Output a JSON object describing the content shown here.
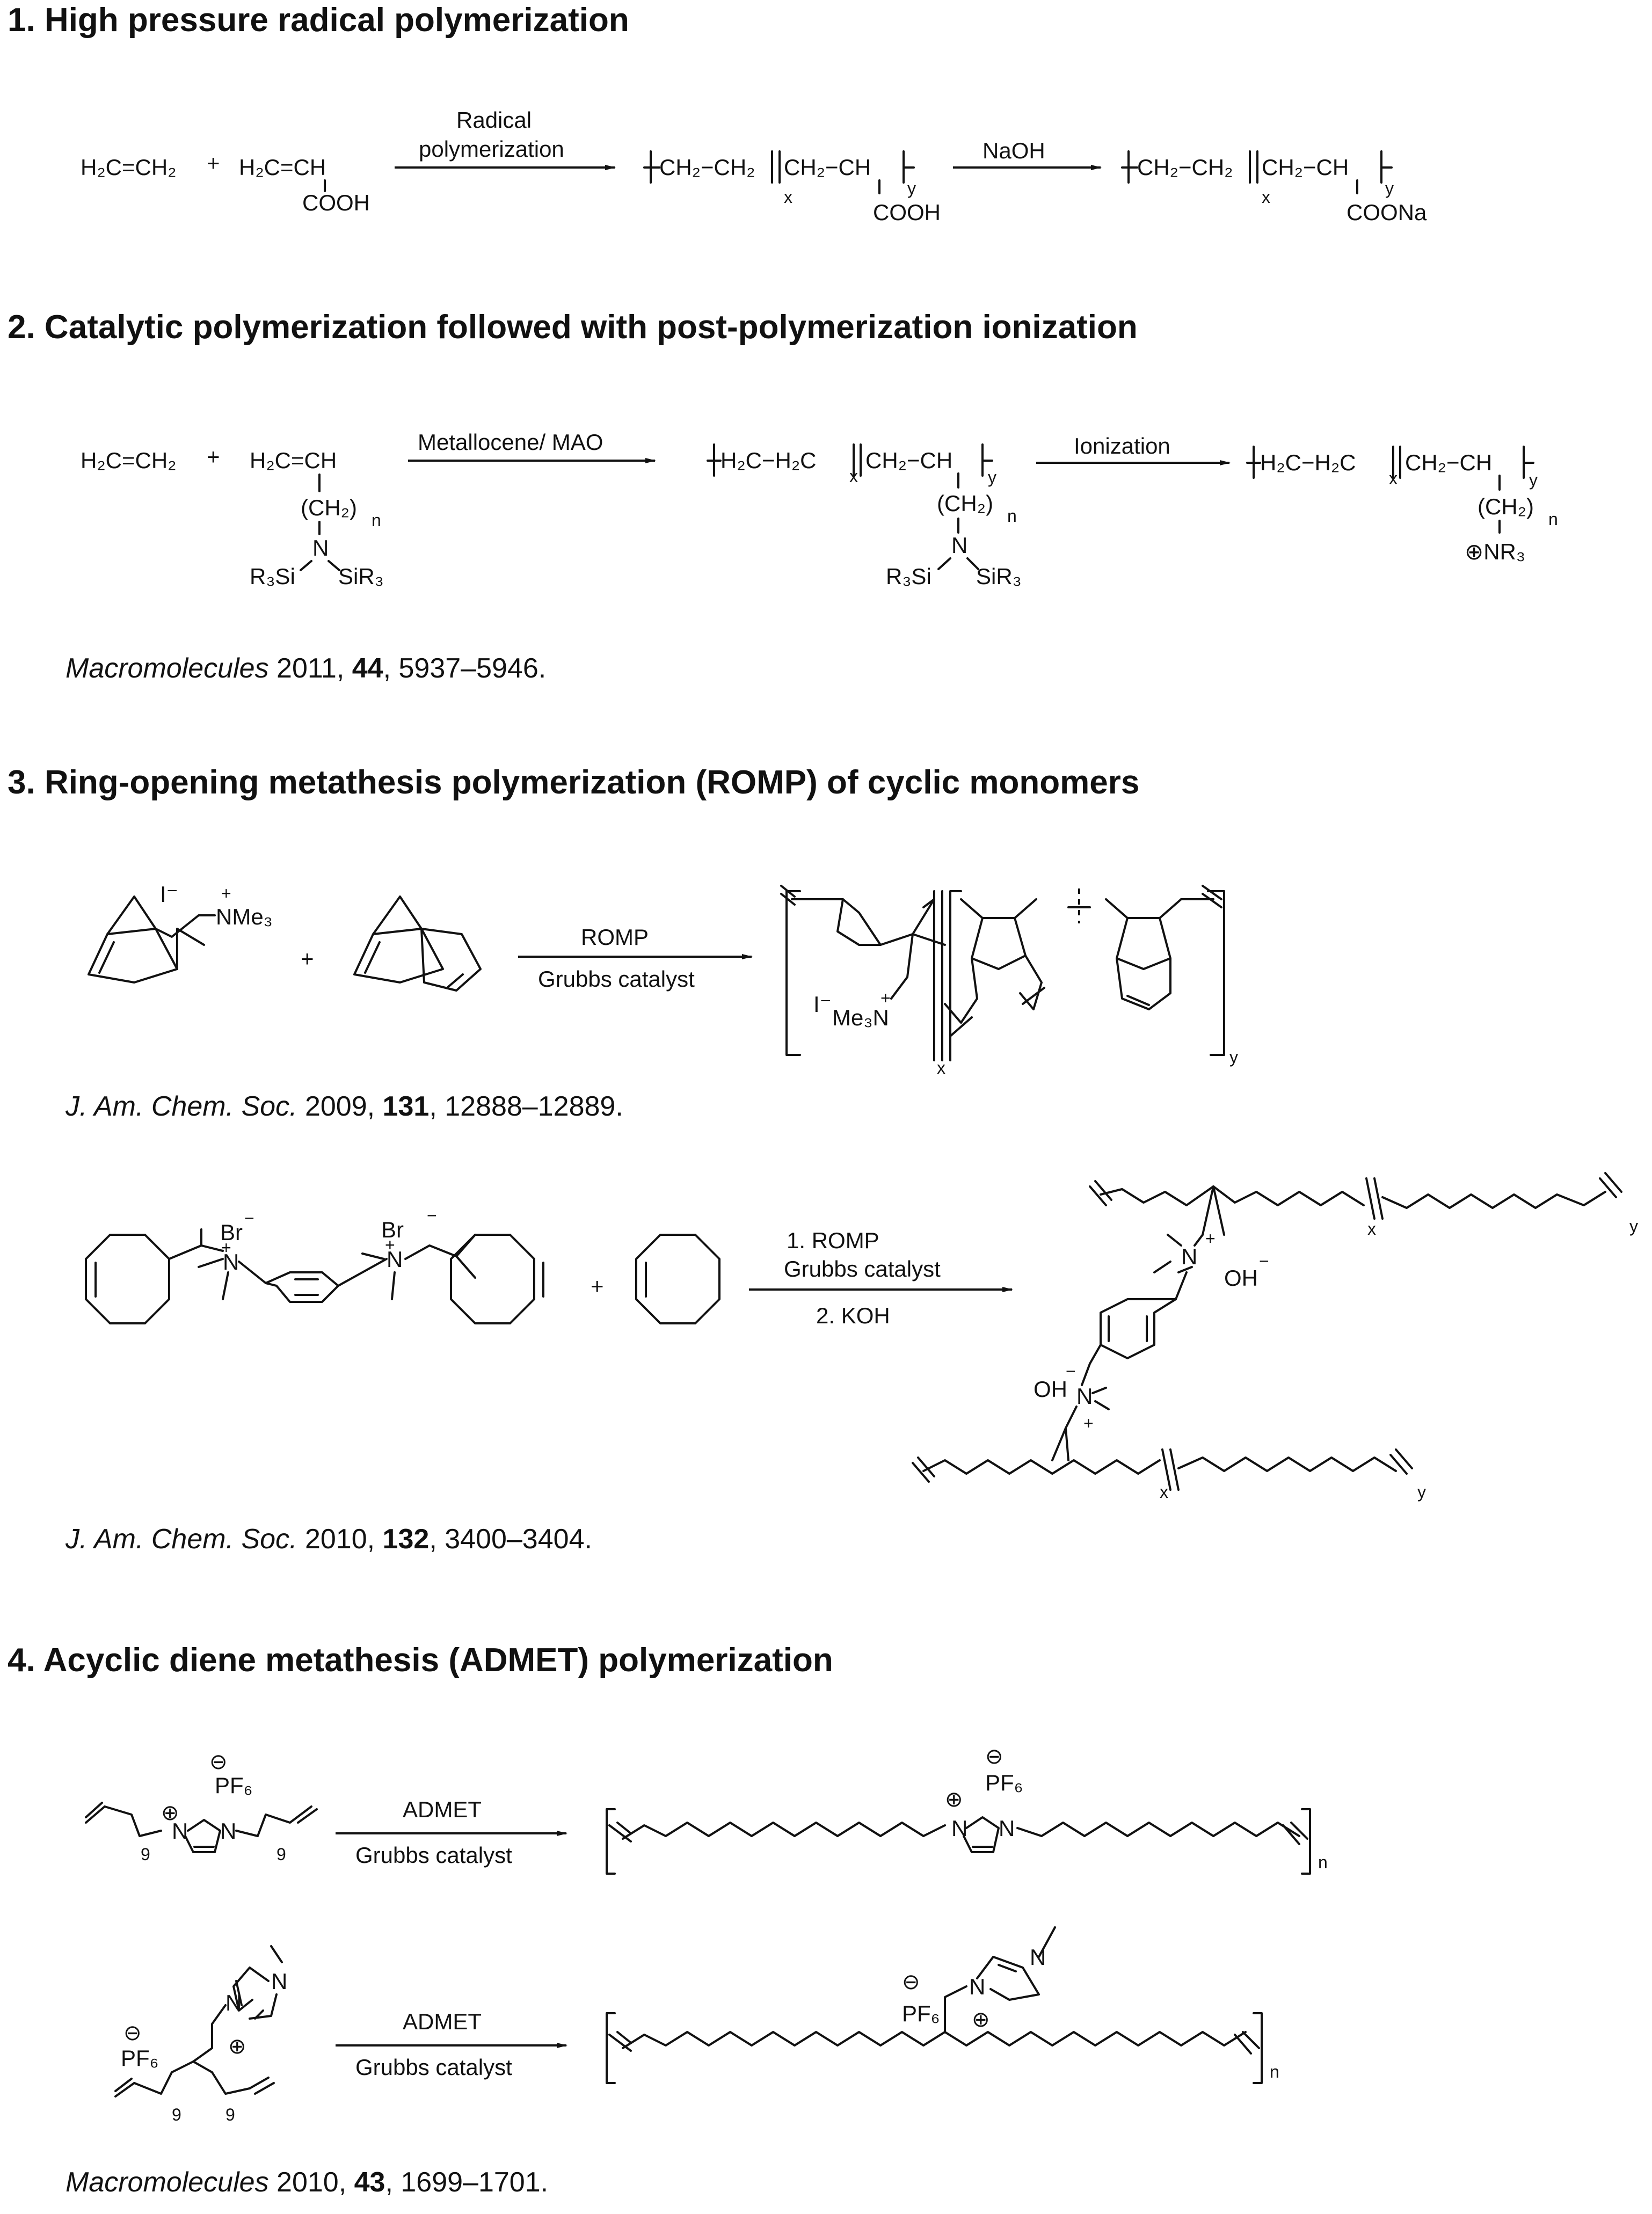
{
  "sections": [
    {
      "title": "1. High pressure radical polymerization"
    },
    {
      "title": "2. Catalytic polymerization followed with post-polymerization ionization"
    },
    {
      "title": "3. Ring-opening metathesis polymerization (ROMP) of cyclic monomers"
    },
    {
      "title": "4. Acyclic diene metathesis (ADMET) polymerization"
    }
  ],
  "s1": {
    "ethylene": "H₂C=CH₂",
    "plus": "+",
    "acrylic": "H₂C=CH",
    "cooh": "COOH",
    "arrow1_line1": "Radical",
    "arrow1_line2": "polymerization",
    "poly1": "CH₂−CH₂",
    "poly1b": "CH₂−CH",
    "x": "x",
    "y": "y",
    "arrow2": "NaOH",
    "coona": "COONa"
  },
  "s2": {
    "ethylene": "H₂C=CH₂",
    "plus": "+",
    "vinyl": "H₂C=CH",
    "ch2n": "(CH₂)",
    "n": "n",
    "N": "N",
    "r3si_left": "R₃Si",
    "sir3_right": "SiR₃",
    "arrow1": "Metallocene/ MAO",
    "poly_a": "H₂C−H₂C",
    "poly_b": "CH₂−CH",
    "x": "x",
    "y": "y",
    "arrow2": "Ionization",
    "nr3": "⊕NR₃",
    "reference": {
      "journal": "Macromolecules",
      "year": " 2011, ",
      "volume": "44",
      "pages": ", 5937–5946."
    }
  },
  "s3": {
    "iodide": "I⁻",
    "nme3": "NMe₃",
    "plus_sign": "+",
    "plus": "+",
    "arrow1_line1": "ROMP",
    "arrow1_line2": "Grubbs catalyst",
    "me3n": "Me₃N",
    "x": "x",
    "y": "y",
    "reference1": {
      "journal": "J. Am. Chem. Soc.",
      "year": " 2009, ",
      "volume": "131",
      "pages": ", 12888–12889."
    },
    "br": "Br",
    "minus": "−",
    "N": "N",
    "arrow2_line1": "1.    ROMP",
    "arrow2_line2": "Grubbs catalyst",
    "arrow2_line3": "2. KOH",
    "oh": "OH",
    "reference2": {
      "journal": "J. Am. Chem. Soc.",
      "year": " 2010, ",
      "volume": "132",
      "pages": ", 3400–3404."
    }
  },
  "s4": {
    "pf6": "PF₆",
    "minus_circle": "⊖",
    "plus_circle": "⊕",
    "N": "N",
    "nine": "9",
    "arrow_line1": "ADMET",
    "arrow_line2": "Grubbs catalyst",
    "n": "n",
    "reference": {
      "journal": "Macromolecules",
      "year": " 2010, ",
      "volume": "43",
      "pages": ", 1699–1701."
    }
  }
}
